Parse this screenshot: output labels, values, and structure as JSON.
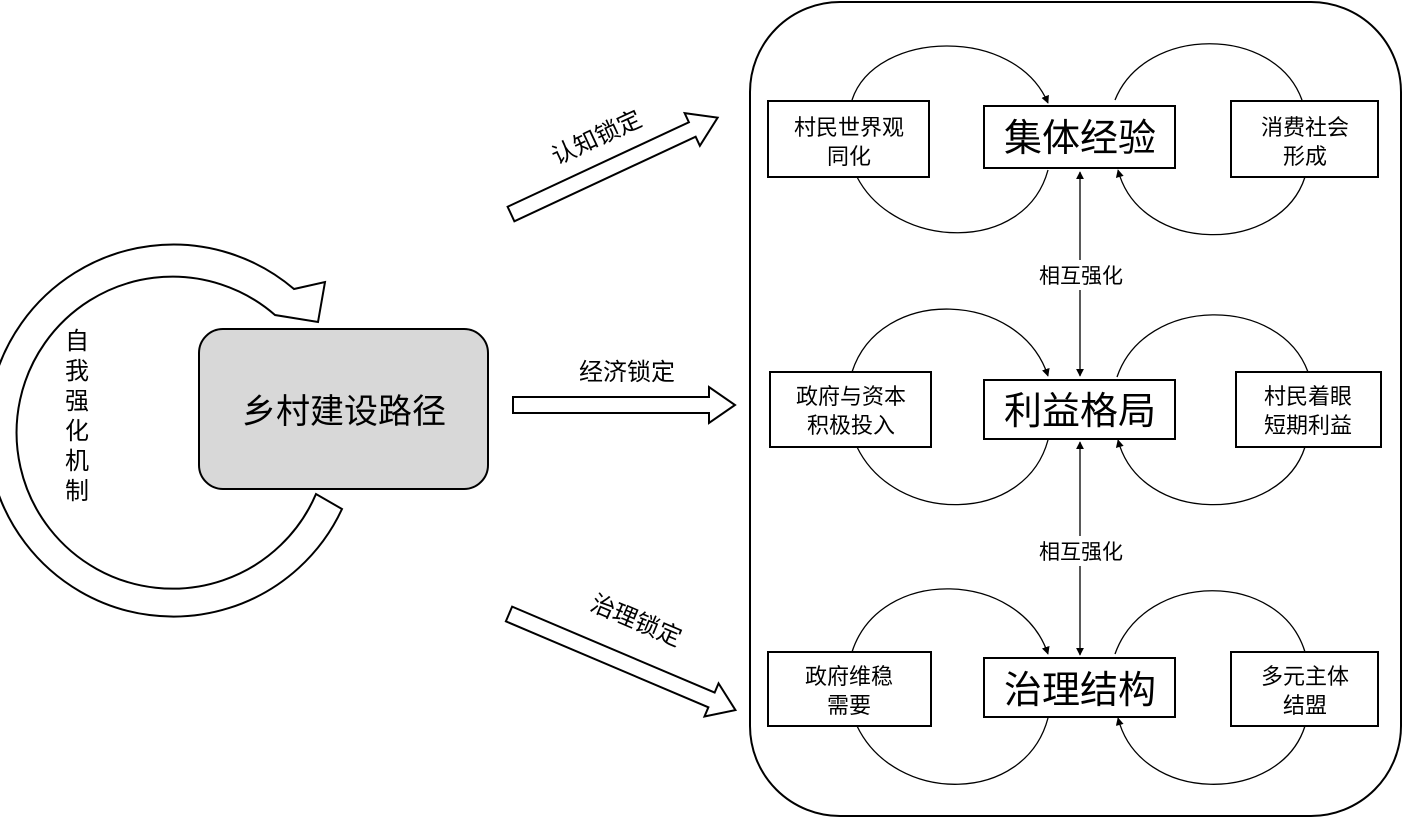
{
  "core": {
    "label": "乡村建设路径"
  },
  "self_loop": {
    "label": [
      "自",
      "我",
      "强",
      "化",
      "机",
      "制"
    ]
  },
  "arrows": {
    "cognitive": "认知锁定",
    "economic": "经济锁定",
    "governance": "治理锁定"
  },
  "main_nodes": {
    "collective": "集体经验",
    "interest": "利益格局",
    "governance": "治理结构"
  },
  "mutual": {
    "upper": "相互强化",
    "lower": "相互强化"
  },
  "side_boxes": {
    "top_left": [
      "村民世界观",
      "同化"
    ],
    "top_right": [
      "消费社会",
      "形成"
    ],
    "mid_left": [
      "政府与资本",
      "积极投入"
    ],
    "mid_right": [
      "村民着眼",
      "短期利益"
    ],
    "bottom_left": [
      "政府维稳",
      "需要"
    ],
    "bottom_right": [
      "多元主体",
      "结盟"
    ]
  },
  "colors": {
    "core_fill": "#d8d8d8",
    "stroke": "#000000",
    "background": "#ffffff"
  }
}
